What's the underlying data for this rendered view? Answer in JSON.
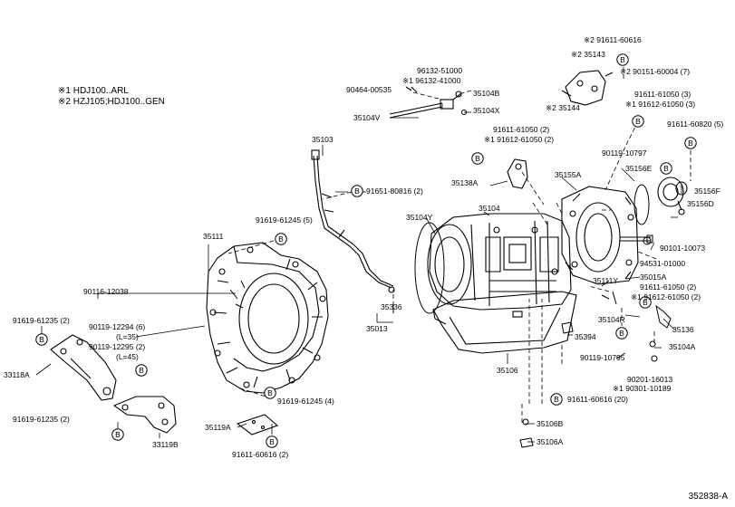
{
  "notes": [
    "※1 HDJ100..ARL",
    "※2 HZJ105;HDJ100..GEN"
  ],
  "figure_id": "352838-A",
  "bolt_symbol": "B",
  "labels": {
    "l_35103": "35103",
    "l_35111": "35111",
    "l_90116_12038": "90116-12038",
    "l_91619_61235_a": "91619-61235 (2)",
    "l_90119_12294": "90119-12294 (6)",
    "l_l35": "(L=35)",
    "l_90119_12295": "90119-12295 (2)",
    "l_l45": "(L=45)",
    "l_33118a": "33118A",
    "l_91619_61235_b": "91619-61235 (2)",
    "l_33119b": "33119B",
    "l_35119a": "35119A",
    "l_91611_60616_2": "91611-60616 (2)",
    "l_91619_61245_5": "91619-61245 (5)",
    "l_91619_61245_4": "91619-61245 (4)",
    "l_91651_80816": "91651-80816 (2)",
    "l_35336": "35336",
    "l_35013": "35013",
    "l_90464_00535": "90464-00535",
    "l_96132_51000": "96132-51000",
    "l_96132_41000": "※1 96132-41000",
    "l_35104b": "35104B",
    "l_35104v": "35104V",
    "l_35104x": "35104X",
    "l_91611_61050_2a": "91611-61050 (2)",
    "l_91612_61050_2a": "※1 91612-61050 (2)",
    "l_35138a": "35138A",
    "l_35104y": "35104Y",
    "l_35104": "35104",
    "l_35155a": "35155A",
    "l_35106": "35106",
    "l_35394": "35394",
    "l_91611_60616_20": "91611-60616 (20)",
    "l_35106b": "35106B",
    "l_35106a": "35106A",
    "l_91611_60616_top": "※2 91611-60616",
    "l_35143": "※2 35143",
    "l_90151_60004": "※2 90151-60004 (7)",
    "l_35144": "※2 35144",
    "l_91611_61050_3": "91611-61050 (3)",
    "l_91612_61050_3": "※1 91612-61050 (3)",
    "l_91611_60820": "91611-60820 (5)",
    "l_90119_10797": "90119-10797",
    "l_35156e": "35156E",
    "l_35156f": "35156F",
    "l_35156d": "35156D",
    "l_90101_10073": "90101-10073",
    "l_94531_01000": "94531-01000",
    "l_35015a": "35015A",
    "l_35111y": "35111Y",
    "l_91611_61050_2b": "91611-61050 (2)",
    "l_91612_61050_2b": "※1 91612-61050 (2)",
    "l_35104r": "35104R",
    "l_35136": "35136",
    "l_90119_10795": "90119-10795",
    "l_35104a": "35104A",
    "l_90201_16013": "90201-16013",
    "l_90301_10189": "※1 90301-10189"
  }
}
